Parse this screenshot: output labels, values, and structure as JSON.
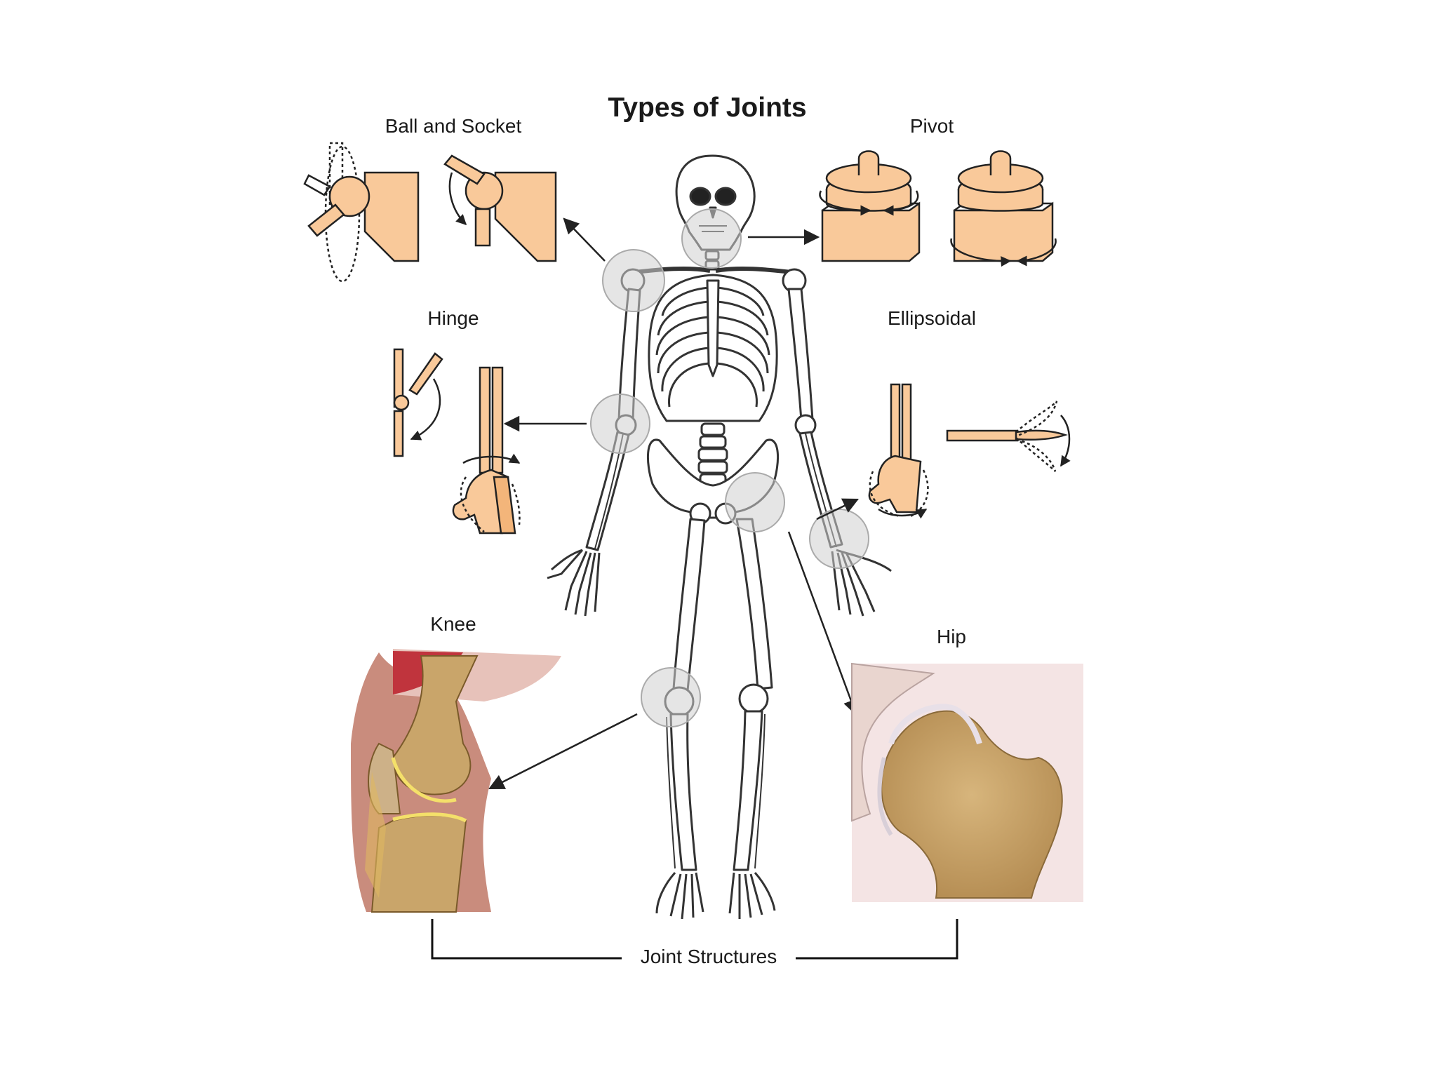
{
  "title": "Types of Joints",
  "labels": {
    "ball_socket": "Ball and Socket",
    "pivot": "Pivot",
    "hinge": "Hinge",
    "ellipsoidal": "Ellipsoidal",
    "knee": "Knee",
    "hip": "Hip",
    "joint_structures": "Joint Structures"
  },
  "colors": {
    "bone_model": "#f9c99a",
    "outline": "#222222",
    "highlight": "#d9d9d9",
    "knee_skin": "#c98c7d",
    "knee_muscle": "#c0343d",
    "hip_bone": "#c9a56a"
  }
}
